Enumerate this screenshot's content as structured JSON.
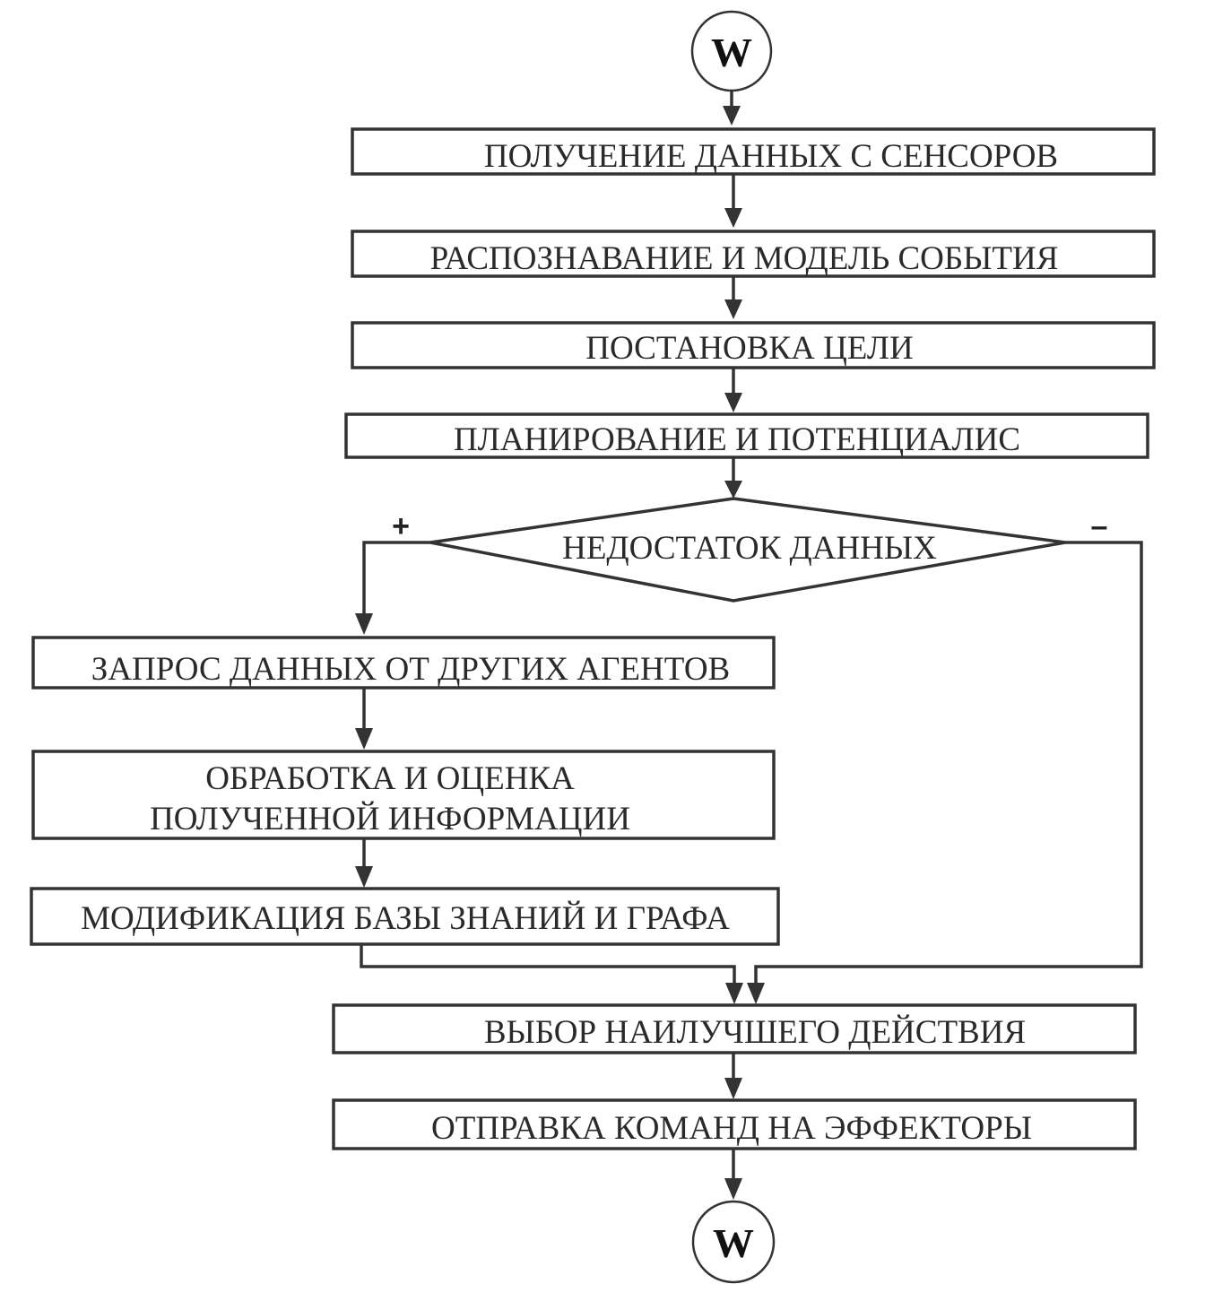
{
  "flowchart": {
    "start_label": "W",
    "end_label": "W",
    "steps": {
      "sensors": "ПОЛУЧЕНИЕ ДАННЫХ С СЕНСОРОВ",
      "recognition": "РАСПОЗНАВАНИЕ И МОДЕЛЬ СОБЫТИЯ",
      "goal": "ПОСТАНОВКА ЦЕЛИ",
      "planning": "ПЛАНИРОВАНИЕ И ПОТЕНЦИАЛИС",
      "request": "ЗАПРОС ДАННЫХ ОТ ДРУГИХ АГЕНТОВ",
      "processing_line1": "ОБРАБОТКА И ОЦЕНКА",
      "processing_line2": "ПОЛУЧЕННОЙ ИНФОРМАЦИИ",
      "modification": "МОДИФИКАЦИЯ БАЗЫ ЗНАНИЙ И ГРАФА",
      "best_action": "ВЫБОР НАИЛУЧШЕГО ДЕЙСТВИЯ",
      "send_commands": "ОТПРАВКА КОМАНД НА ЭФФЕКТОРЫ"
    },
    "decision": {
      "label": "НЕДОСТАТОК ДАННЫХ",
      "yes_sign": "+",
      "no_sign": "–"
    }
  }
}
